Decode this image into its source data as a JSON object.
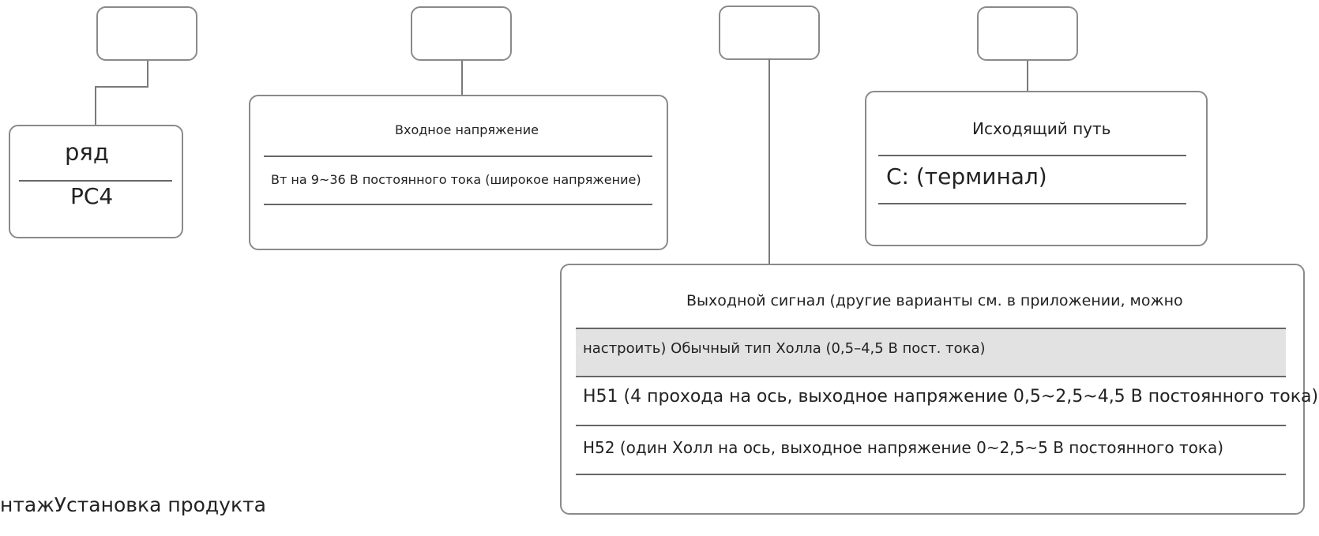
{
  "diagram": {
    "series_box": {
      "label": "ряд",
      "value": "PC4"
    },
    "input_voltage_box": {
      "label": "Входное напряжение",
      "value": "Вт на 9~36 В постоянного тока (широкое напряжение)"
    },
    "output_path_box": {
      "label": "Исходящий путь",
      "value": "C: (терминал)"
    },
    "output_signal_box": {
      "title": "Выходной сигнал (другие варианты см. в приложении, можно",
      "rows": [
        "настроить) Обычный тип Холла (0,5–4,5 В пост. тока)",
        "H51 (4 прохода на ось, выходное напряжение 0,5~2,5~4,5 В постоянного тока)",
        "H52 (один Холл на ось, выходное напряжение 0~2,5~5 В постоянного тока)"
      ]
    },
    "footer_caption": "нтажУстановка продукта"
  }
}
